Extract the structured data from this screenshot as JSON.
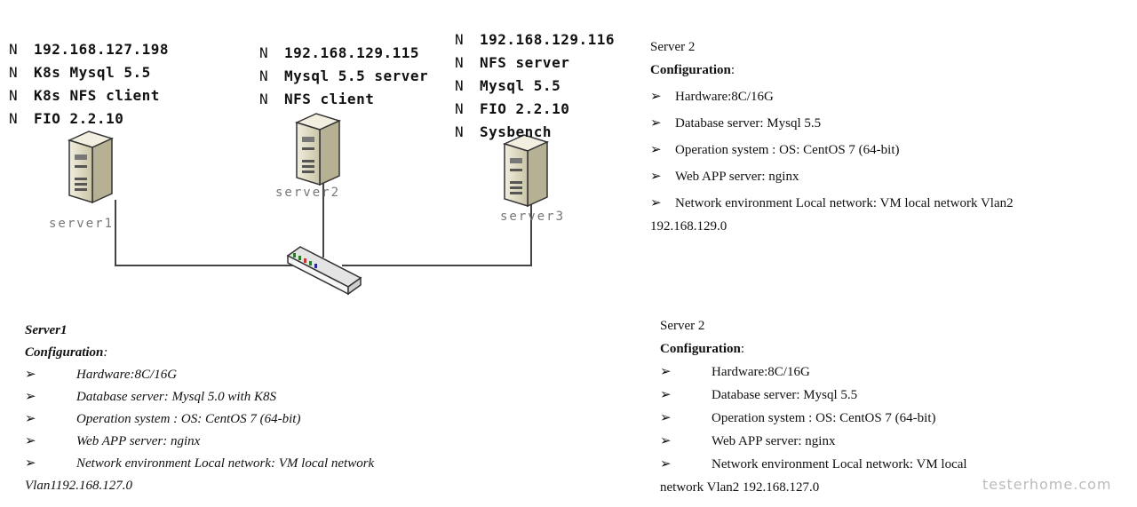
{
  "node_marker": "N",
  "arrow_marker": "➢",
  "servers": {
    "server1": {
      "label": "server1",
      "bullets": [
        "192.168.127.198",
        "K8s Mysql 5.5",
        "K8s NFS client",
        "FIO 2.2.10"
      ]
    },
    "server2": {
      "label": "server2",
      "bullets": [
        "192.168.129.115",
        "Mysql 5.5 server",
        "NFS client"
      ]
    },
    "server3": {
      "label": "server3",
      "bullets": [
        "192.168.129.116",
        "NFS server",
        "Mysql 5.5",
        "FIO 2.2.10",
        "Sysbench"
      ]
    }
  },
  "config_top_right": {
    "title": "Server 2",
    "heading": "Configuration",
    "heading_suffix": ":",
    "items": [
      "Hardware:8C/16G",
      "Database server: Mysql  5.5",
      "Operation system : OS:   CentOS 7 (64-bit)",
      "Web APP server:  nginx",
      "Network environment Local network: VM local network Vlan2"
    ],
    "trailing": "192.168.129.0"
  },
  "config_bottom_left": {
    "title": "Server1",
    "heading": "Configuration",
    "heading_suffix": ":",
    "items": [
      "Hardware:8C/16G",
      "Database server: Mysql 5.0 with K8S",
      "Operation system : OS:   CentOS 7 (64-bit)",
      "Web APP server:  nginx",
      "Network environment Local network: VM local network"
    ],
    "trailing": "Vlan1192.168.127.0"
  },
  "config_bottom_right": {
    "title": "Server 2",
    "heading": "Configuration",
    "heading_suffix": ":",
    "items": [
      "Hardware:8C/16G",
      "Database server: Mysql  5.5",
      "Operation system : OS:   CentOS 7 (64-bit)",
      "Web APP server:  nginx",
      "Network environment Local network: VM local"
    ],
    "trailing": "network Vlan2 192.168.127.0"
  },
  "watermark": "testerhome.com"
}
